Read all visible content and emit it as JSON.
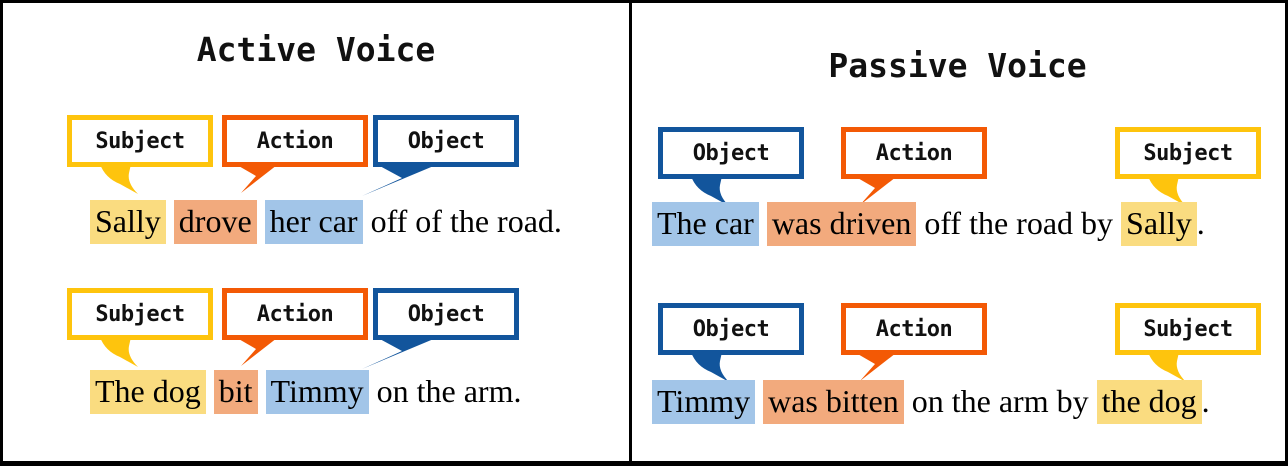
{
  "colors": {
    "yellow": "#FEC40D",
    "orange": "#F35905",
    "blue": "#12559C",
    "hlYellow": "#FADC80",
    "hlOrange": "#F2AA7D",
    "hlBlue": "#A2C5E8",
    "ink": "#000000",
    "frame": "#000000",
    "background": "#FFFFFF"
  },
  "panels": [
    {
      "title": "Active Voice",
      "rows": [
        {
          "bubbles": [
            {
              "label": "Subject",
              "color": "yellow",
              "tail": "hook"
            },
            {
              "label": "Action",
              "color": "orange",
              "tail": "zag"
            },
            {
              "label": "Object",
              "color": "blue",
              "tail": "zaglong"
            }
          ],
          "sentence": [
            {
              "text": "Sally",
              "hl": "yellow"
            },
            {
              "text": " "
            },
            {
              "text": "drove",
              "hl": "orange"
            },
            {
              "text": " "
            },
            {
              "text": "her car",
              "hl": "blue"
            },
            {
              "text": " off of the road."
            }
          ]
        },
        {
          "bubbles": [
            {
              "label": "Subject",
              "color": "yellow",
              "tail": "hook"
            },
            {
              "label": "Action",
              "color": "orange",
              "tail": "zag"
            },
            {
              "label": "Object",
              "color": "blue",
              "tail": "zaglong"
            }
          ],
          "sentence": [
            {
              "text": "The dog",
              "hl": "yellow"
            },
            {
              "text": " "
            },
            {
              "text": "bit",
              "hl": "orange"
            },
            {
              "text": " "
            },
            {
              "text": "Timmy",
              "hl": "blue"
            },
            {
              "text": " on the arm."
            }
          ]
        }
      ]
    },
    {
      "title": "Passive Voice",
      "rows": [
        {
          "bubbles": [
            {
              "label": "Object",
              "color": "blue",
              "tail": "hook"
            },
            {
              "label": "Action",
              "color": "orange",
              "tail": "zag"
            },
            {
              "label": "Subject",
              "color": "yellow",
              "tail": "hook"
            }
          ],
          "sentence": [
            {
              "text": "The car",
              "hl": "blue"
            },
            {
              "text": " "
            },
            {
              "text": "was driven",
              "hl": "orange"
            },
            {
              "text": " off the road by "
            },
            {
              "text": "Sally",
              "hl": "yellow"
            },
            {
              "text": "."
            }
          ]
        },
        {
          "bubbles": [
            {
              "label": "Object",
              "color": "blue",
              "tail": "hook"
            },
            {
              "label": "Action",
              "color": "orange",
              "tail": "zag"
            },
            {
              "label": "Subject",
              "color": "yellow",
              "tail": "hook"
            }
          ],
          "sentence": [
            {
              "text": "Timmy",
              "hl": "blue"
            },
            {
              "text": " "
            },
            {
              "text": "was bitten",
              "hl": "orange"
            },
            {
              "text": " on the arm by "
            },
            {
              "text": "the dog",
              "hl": "yellow"
            },
            {
              "text": "."
            }
          ]
        }
      ]
    }
  ]
}
